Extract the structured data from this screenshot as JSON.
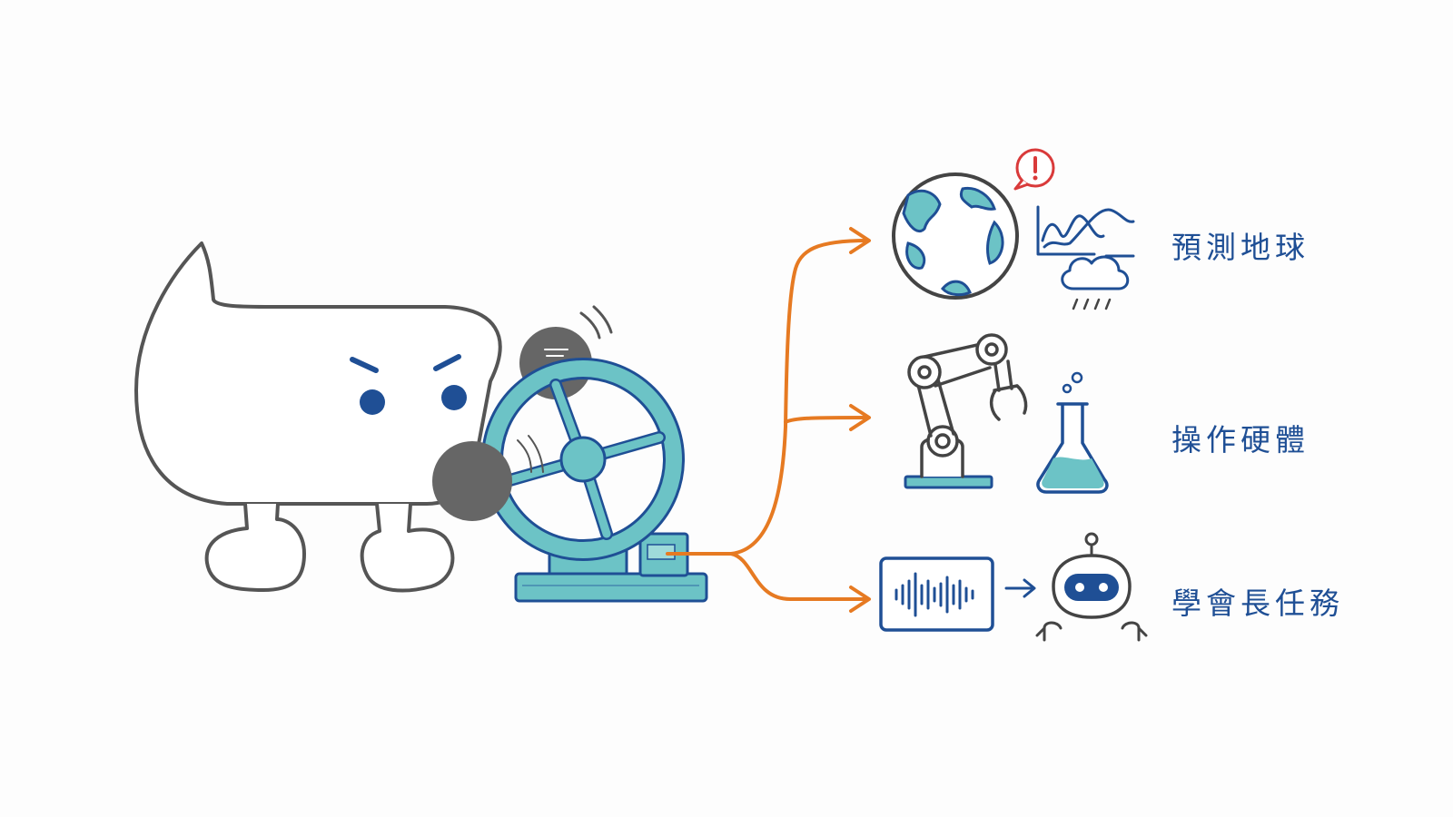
{
  "outputs": [
    {
      "label": "預測地球",
      "icon": "globe-weather-icon"
    },
    {
      "label": "操作硬體",
      "icon": "robot-arm-flask-icon"
    },
    {
      "label": "學會長任務",
      "icon": "audio-to-robot-icon"
    }
  ],
  "colors": {
    "outline": "#4a4a4a",
    "teal": "#6cc3c6",
    "navy": "#1f4f95",
    "arrow": "#e67a22",
    "alert": "#d93a3a",
    "gray_fill": "#666666"
  }
}
